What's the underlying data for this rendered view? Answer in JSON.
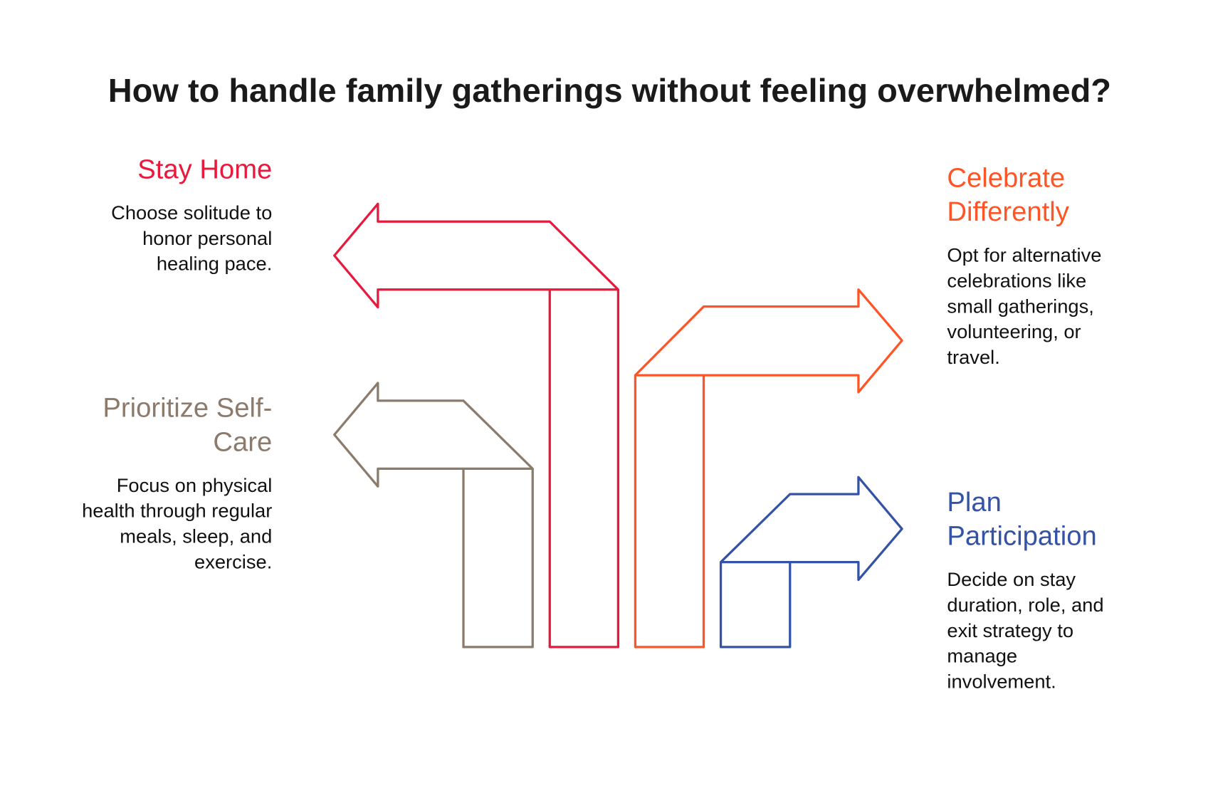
{
  "title": "How to handle family gatherings without feeling overwhelmed?",
  "colors": {
    "stay_home": "#E8193C",
    "self_care": "#8C7B6B",
    "celebrate": "#FF5526",
    "plan": "#3553A6"
  },
  "options": [
    {
      "heading": "Stay Home",
      "body": "Choose solitude to honor personal healing pace."
    },
    {
      "heading": "Prioritize Self-Care",
      "body": "Focus on physical health through regular meals, sleep, and exercise."
    },
    {
      "heading": "Celebrate Differently",
      "body": "Opt for alternative celebrations like small gatherings, volunteering, or travel."
    },
    {
      "heading": "Plan Participation",
      "body": "Decide on stay duration, role, and exit strategy to manage involvement."
    }
  ]
}
